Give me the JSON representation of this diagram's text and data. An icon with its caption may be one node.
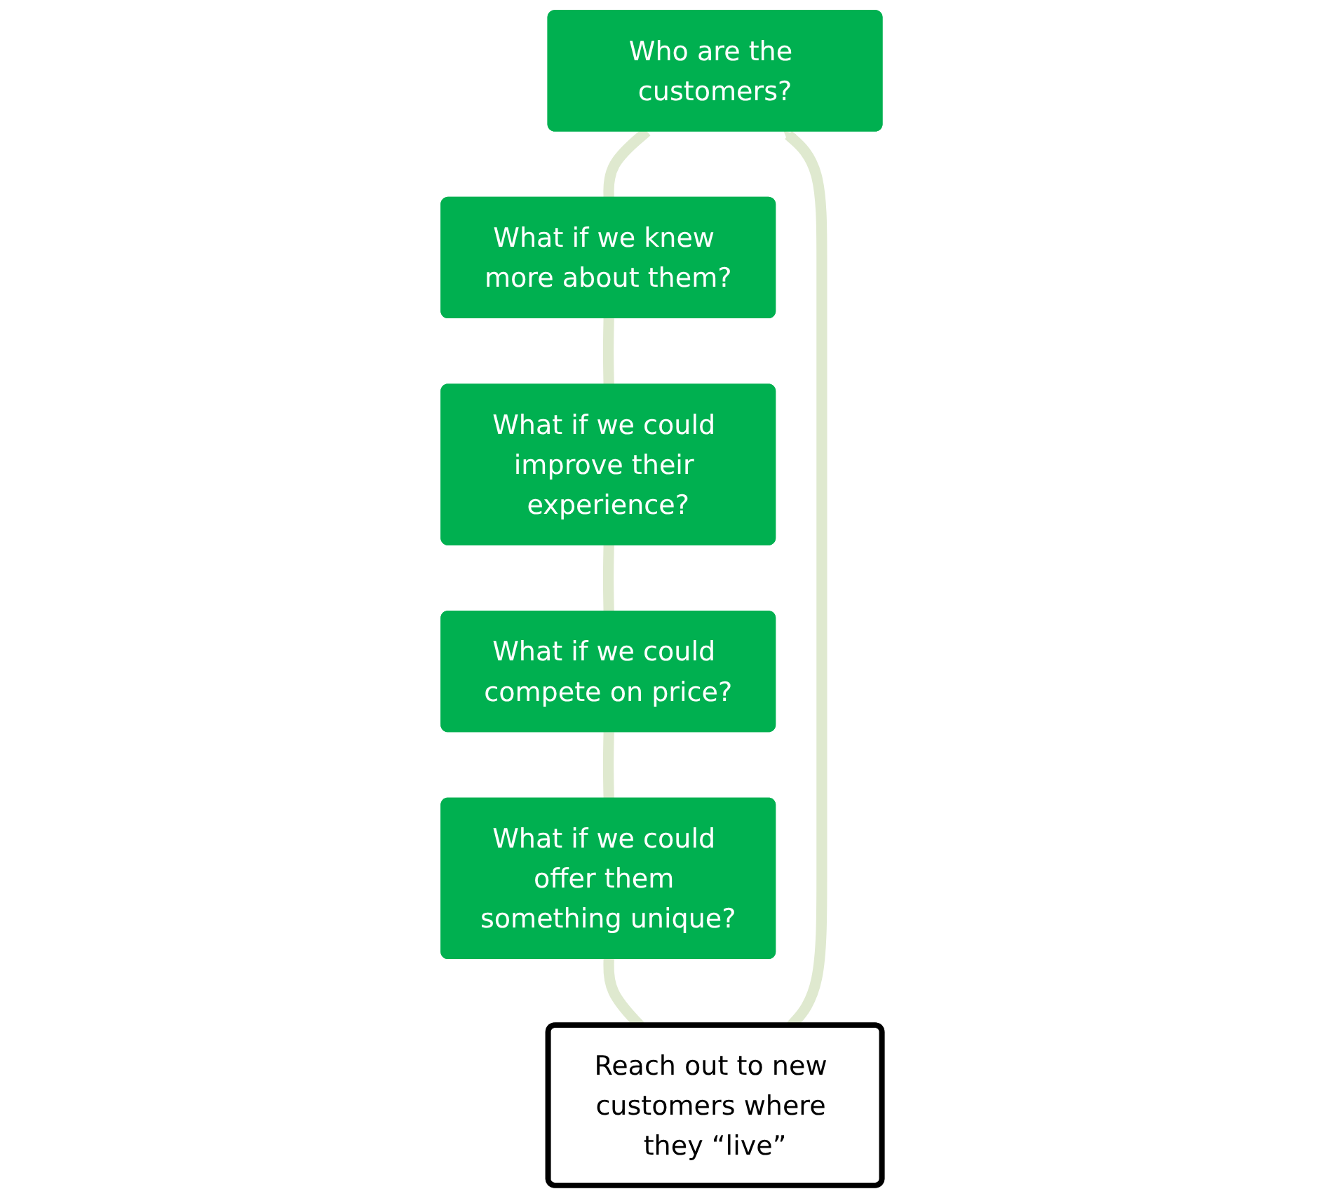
{
  "diagram": {
    "nodes": [
      {
        "text": [
          "Who are the customers?"
        ]
      },
      {
        "text": [
          "What if we knew more about them?"
        ]
      },
      {
        "text": [
          "What if we could improve their experience?"
        ]
      },
      {
        "text": [
          "What if we could compete on price?"
        ]
      },
      {
        "text": [
          "What if we could offer them something unique?"
        ]
      },
      {
        "text": [
          "Reach out to new customers where they “live”"
        ]
      }
    ],
    "edges": [
      {
        "from": 0,
        "to": 1,
        "arrow": "none",
        "color": "#dfe9cf"
      },
      {
        "from": 1,
        "to": 2,
        "arrow": "none",
        "color": "#dfe9cf"
      },
      {
        "from": 2,
        "to": 3,
        "arrow": "none",
        "color": "#dfe9cf"
      },
      {
        "from": 3,
        "to": 4,
        "arrow": "none",
        "color": "#dfe9cf"
      },
      {
        "from": 4,
        "to": 5,
        "arrow": "none",
        "color": "#dfe9cf"
      },
      {
        "from": 5,
        "to": 0,
        "arrow": "to",
        "color": "#dfe9cf"
      }
    ]
  }
}
